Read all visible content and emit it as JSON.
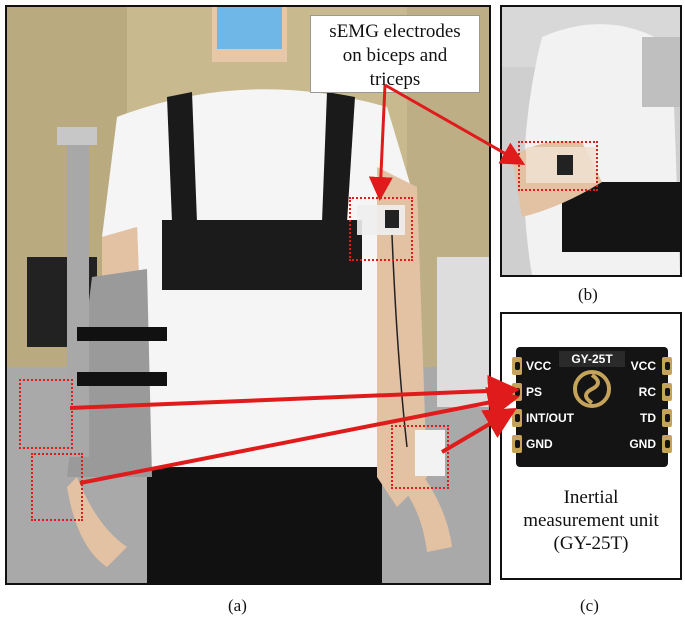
{
  "figure": {
    "callout": {
      "line1": "sEMG electrodes",
      "line2": "on biceps and",
      "line3": "triceps"
    },
    "panel_a": {
      "label": "(a)"
    },
    "panel_b": {
      "label": "(b)"
    },
    "panel_c": {
      "label": "(c)",
      "chip_label": "GY-25T",
      "pins_left": [
        "VCC",
        "PS",
        "INT/OUT",
        "GND"
      ],
      "pins_right": [
        "VCC",
        "RC",
        "TD",
        "GND"
      ],
      "caption": {
        "line1": "Inertial",
        "line2": "measurement unit",
        "line3": "(GY-25T)"
      }
    }
  },
  "colors": {
    "annotation": "#e01b1b",
    "board": "#141414",
    "pad": "#c6a35a"
  }
}
